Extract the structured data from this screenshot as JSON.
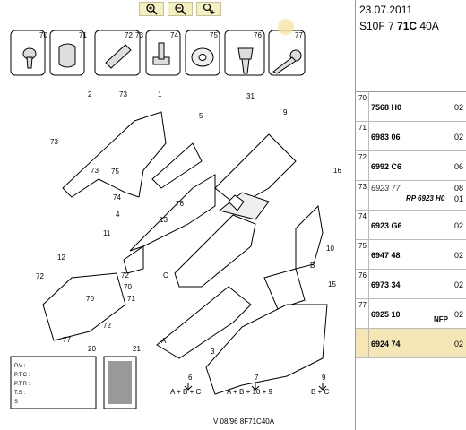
{
  "toolbar": {
    "zoom_in": "zoom-in",
    "zoom_out": "zoom-out",
    "zoom_pan": "zoom-pan"
  },
  "header": {
    "date": "23.07.2011",
    "ref_a": "S10F 7",
    "ref_b": "71C",
    "ref_c": "40A"
  },
  "parts_row_top": [
    "70",
    "71",
    "72",
    "73",
    "74",
    "75",
    "76",
    "77"
  ],
  "labels": {
    "l1": "1",
    "l2": "2",
    "l3": "3",
    "l4": "4",
    "l5": "5",
    "l6": "6",
    "l7": "7",
    "l9": "9",
    "l10": "10",
    "l11": "11",
    "l12": "12",
    "l13": "13",
    "l15": "15",
    "l16": "16",
    "l20": "20",
    "l21": "21",
    "l31": "31",
    "l70a": "70",
    "l70b": "70",
    "l71a": "71",
    "l72a": "72",
    "l72b": "72",
    "l72c": "72",
    "l73a": "73",
    "l73b": "73",
    "l73c": "73",
    "l74": "74",
    "l75": "75",
    "l76": "76",
    "l77a": "77",
    "lA": "A",
    "lB": "B",
    "lC": "C"
  },
  "formula1": "A + B + C",
  "formula2": "A + B + 10 + 9",
  "formula3": "B + C",
  "form": {
    "pv": "P.V :",
    "ptc": "P.T.C :",
    "ptr": "P.T.R :",
    "ts": "T.S :",
    "s": "S"
  },
  "bottom_code": "V 08/96 8F71C40A",
  "rows": [
    {
      "num": "70",
      "ref": "7568 H0",
      "qty": "02"
    },
    {
      "num": "71",
      "ref": "6983 06",
      "qty": "02"
    },
    {
      "num": "72",
      "ref": "6992 C6",
      "qty": "06"
    },
    {
      "num": "73",
      "ref": "6923 77",
      "sub": "RP 6923 H0",
      "qty": "08",
      "qty2": "01"
    },
    {
      "num": "74",
      "ref": "6923 G6",
      "qty": "02"
    },
    {
      "num": "75",
      "ref": "6947 48",
      "qty": "02"
    },
    {
      "num": "76",
      "ref": "6973 34",
      "qty": "02"
    },
    {
      "num": "77",
      "ref": "6925 10",
      "nfp": "NFP",
      "qty": "02"
    },
    {
      "num": "",
      "ref": "6924 74",
      "qty": "02"
    }
  ]
}
